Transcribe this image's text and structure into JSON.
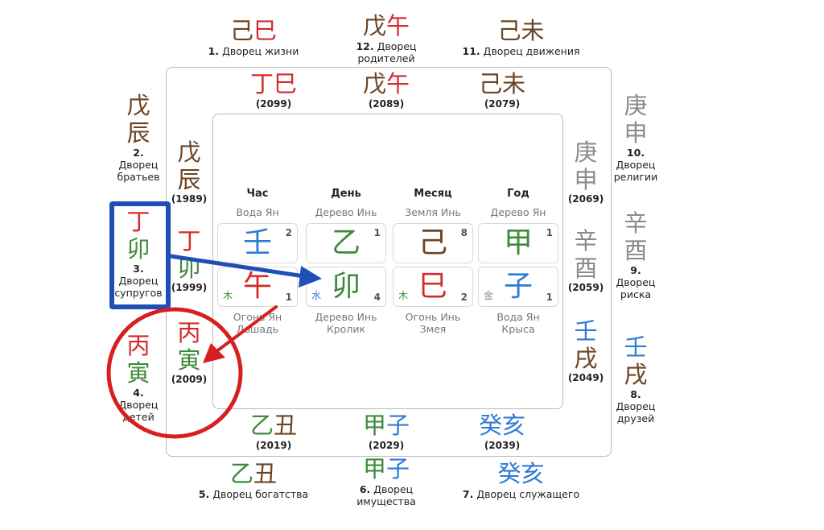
{
  "colors": {
    "fire": "#d42b2b",
    "earth": "#6b4424",
    "wood": "#3f8a3a",
    "water": "#2e7bd6",
    "metal": "#8a8a8a"
  },
  "outer": {
    "top_left": {
      "gan": "己",
      "zhi": "巳",
      "label_num": "1.",
      "label": "Дворец жизни"
    },
    "top_center": {
      "gan": "戊",
      "zhi": "午",
      "label_num": "12.",
      "label": "Дворец",
      "label2": "родителей"
    },
    "top_right": {
      "gan": "己",
      "zhi": "未",
      "label_num": "11.",
      "label": "Дворец движения"
    },
    "left_top": {
      "gan": "戊",
      "zhi": "辰",
      "label_num": "2.",
      "label": "Дворец",
      "label2": "братьев"
    },
    "left_mid": {
      "gan": "丁",
      "zhi": "卯",
      "label_num": "3.",
      "label": "Дворец",
      "label2": "супругов"
    },
    "left_bot": {
      "gan": "丙",
      "zhi": "寅",
      "label_num": "4.",
      "label": "Дворец",
      "label2": "детей"
    },
    "right_top": {
      "gan": "庚",
      "zhi": "申",
      "label_num": "10.",
      "label": "Дворец",
      "label2": "религии"
    },
    "right_mid": {
      "gan": "辛",
      "zhi": "酉",
      "label_num": "9.",
      "label": "Дворец",
      "label2": "риска"
    },
    "right_bot": {
      "gan": "壬",
      "zhi": "戌",
      "label_num": "8.",
      "label": "Дворец",
      "label2": "друзей"
    },
    "bot_left": {
      "gan": "乙",
      "zhi": "丑",
      "label_num": "5.",
      "label": "Дворец богатства"
    },
    "bot_center": {
      "gan": "甲",
      "zhi": "子",
      "label_num": "6.",
      "label": "Дворец",
      "label2": "имущества"
    },
    "bot_right": {
      "gan": "癸",
      "zhi": "亥",
      "label_num": "7.",
      "label": "Дворец служащего"
    }
  },
  "inner": {
    "top_left": {
      "gan": "丁",
      "zhi": "巳",
      "year": "(2099)"
    },
    "top_center": {
      "gan": "戊",
      "zhi": "午",
      "year": "(2089)"
    },
    "top_right": {
      "gan": "己",
      "zhi": "未",
      "year": "(2079)"
    },
    "left_top": {
      "gan": "戊",
      "zhi": "辰",
      "year": "(1989)"
    },
    "left_mid": {
      "gan": "丁",
      "zhi": "卯",
      "year": "(1999)"
    },
    "left_bot": {
      "gan": "丙",
      "zhi": "寅",
      "year": "(2009)"
    },
    "right_top": {
      "gan": "庚",
      "zhi": "申",
      "year": "(2069)"
    },
    "right_mid": {
      "gan": "辛",
      "zhi": "酉",
      "year": "(2059)"
    },
    "right_bot": {
      "gan": "壬",
      "zhi": "戌",
      "year": "(2049)"
    },
    "bot_left": {
      "gan": "乙",
      "zhi": "丑",
      "year": "(2019)"
    },
    "bot_center": {
      "gan": "甲",
      "zhi": "子",
      "year": "(2029)"
    },
    "bot_right": {
      "gan": "癸",
      "zhi": "亥",
      "year": "(2039)"
    }
  },
  "pillars": [
    {
      "header": "Час",
      "stem_name": "Вода Ян",
      "stem": "壬",
      "stem_num": "2",
      "branch": "午",
      "branch_num": "1",
      "element": "木",
      "branch_name": "Огонь Ян",
      "animal": "Лошадь"
    },
    {
      "header": "День",
      "stem_name": "Дерево Инь",
      "stem": "乙",
      "stem_num": "1",
      "branch": "卯",
      "branch_num": "4",
      "element": "水",
      "branch_name": "Дерево Инь",
      "animal": "Кролик"
    },
    {
      "header": "Месяц",
      "stem_name": "Земля Инь",
      "stem": "己",
      "stem_num": "8",
      "branch": "巳",
      "branch_num": "2",
      "element": "木",
      "branch_name": "Огонь Инь",
      "animal": "Змея"
    },
    {
      "header": "Год",
      "stem_name": "Дерево Ян",
      "stem": "甲",
      "stem_num": "1",
      "branch": "子",
      "branch_num": "1",
      "element": "金",
      "branch_name": "Вода Ян",
      "animal": "Крыса"
    }
  ]
}
